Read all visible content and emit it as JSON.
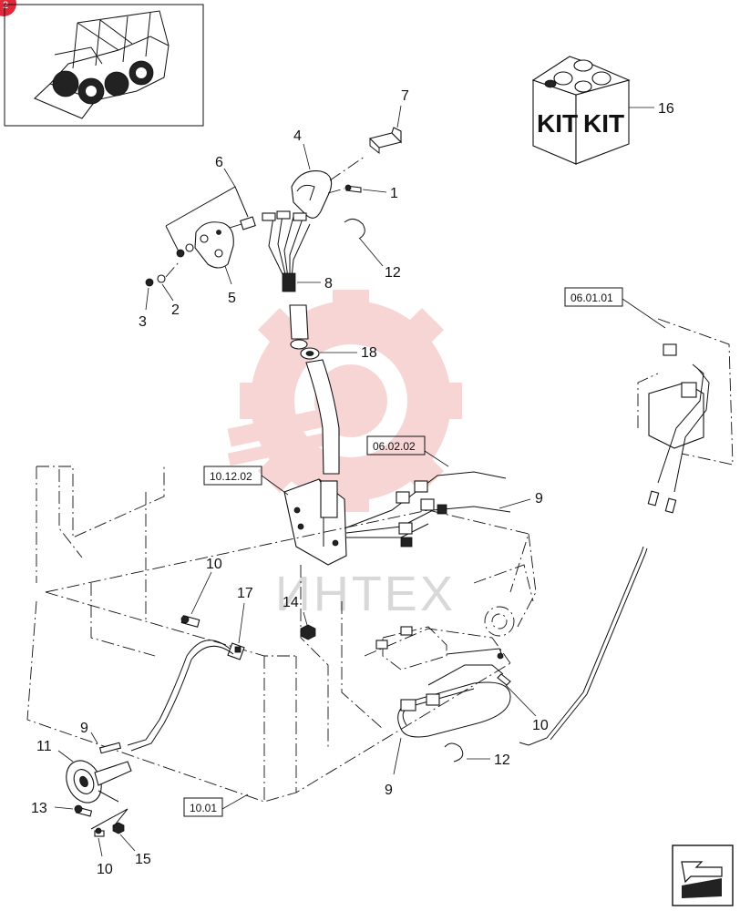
{
  "callouts": {
    "c1": "1",
    "c2": "2",
    "c3": "3",
    "c4": "4",
    "c5": "5",
    "c6": "6",
    "c7": "7",
    "c8": "8",
    "c9a": "9",
    "c9b": "9",
    "c9c": "9",
    "c10a": "10",
    "c10b": "10",
    "c10c": "10",
    "c11": "11",
    "c12a": "12",
    "c12b": "12",
    "c13": "13",
    "c14": "14",
    "c15": "15",
    "c16": "16",
    "c17": "17",
    "c18": "18"
  },
  "references": {
    "r1": "06.01.01",
    "r2": "06.02.02",
    "r3": "10.12.02",
    "r4": "10.01"
  },
  "kit": {
    "left": "KIT",
    "right": "KIT"
  },
  "watermark": "ИНТЕХ",
  "colors": {
    "line": "#111111",
    "watermark_red": "#f2b3b3",
    "watermark_gray": "#d8d8d8",
    "badge": "#e02a3c"
  },
  "icons": {
    "nav": "arrow-navigation-icon",
    "badge": "corner-badge-icon"
  }
}
